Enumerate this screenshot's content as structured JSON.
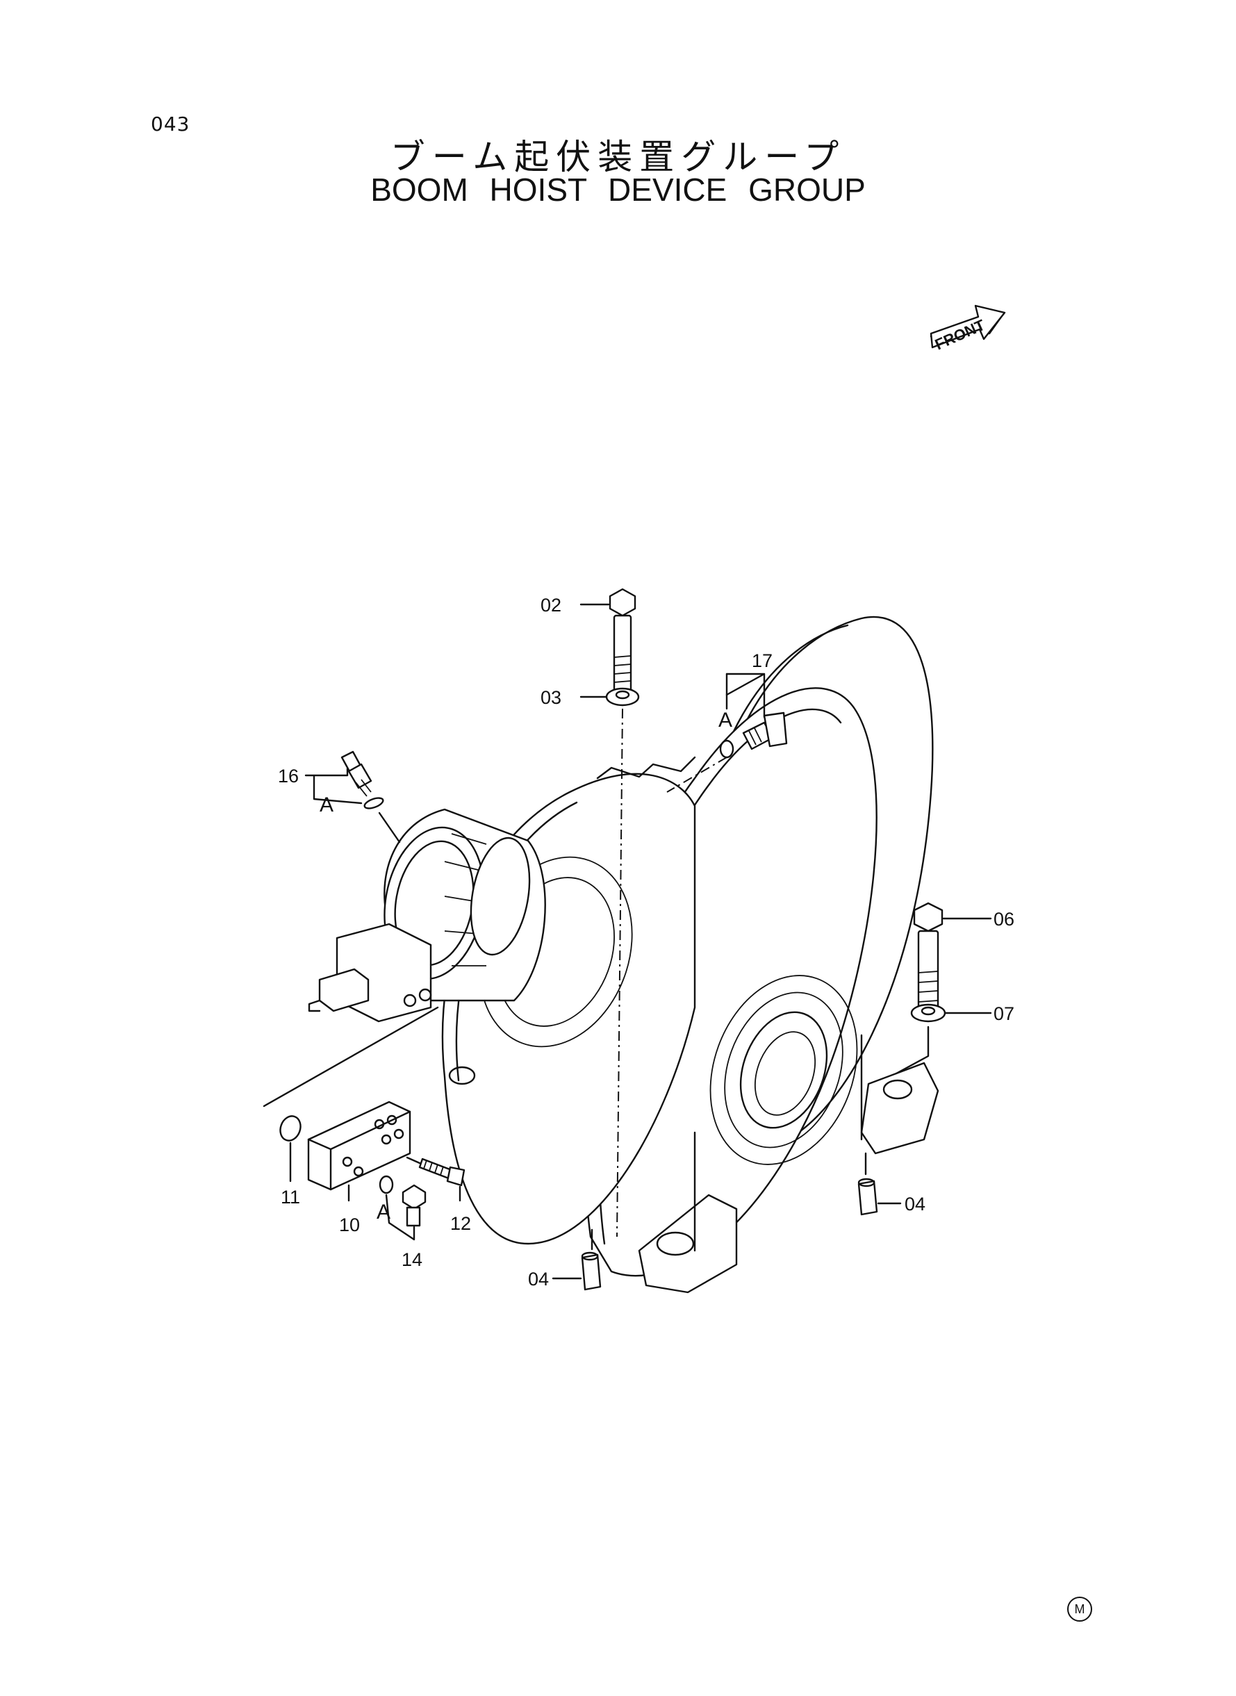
{
  "header": {
    "page_code": "043",
    "title_jp": "ブーム起伏装置グループ",
    "title_en": "BOOM HOIST DEVICE GROUP"
  },
  "orientation": {
    "label": "FRONT"
  },
  "callouts": [
    {
      "id": "02",
      "text": "02"
    },
    {
      "id": "03",
      "text": "03"
    },
    {
      "id": "17",
      "text": "17"
    },
    {
      "id": "17A",
      "text": "A"
    },
    {
      "id": "16",
      "text": "16"
    },
    {
      "id": "16A",
      "text": "A"
    },
    {
      "id": "06",
      "text": "06"
    },
    {
      "id": "07",
      "text": "07"
    },
    {
      "id": "11",
      "text": "11"
    },
    {
      "id": "10",
      "text": "10"
    },
    {
      "id": "14A",
      "text": "A"
    },
    {
      "id": "14",
      "text": "14"
    },
    {
      "id": "12",
      "text": "12"
    },
    {
      "id": "04L",
      "text": "04"
    },
    {
      "id": "04R",
      "text": "04"
    }
  ],
  "footer": {
    "mark": "M"
  }
}
